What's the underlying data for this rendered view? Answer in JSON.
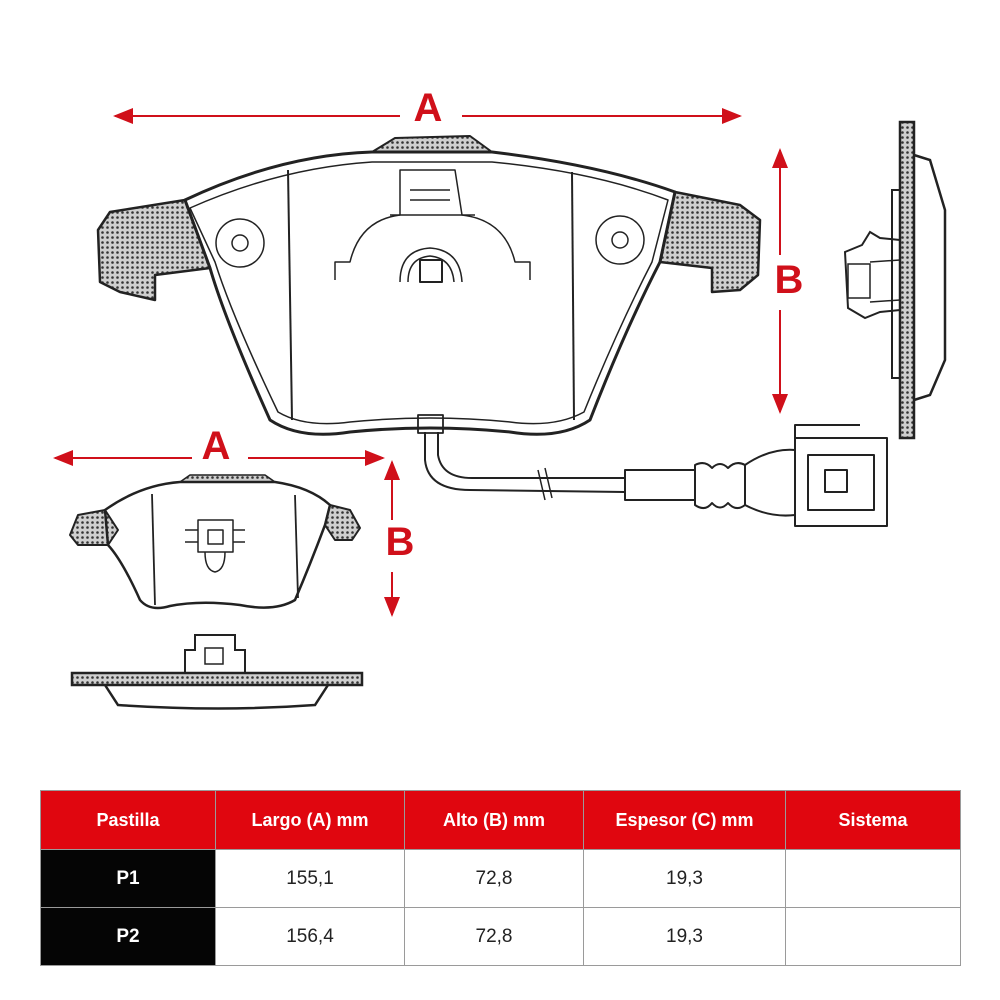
{
  "diagram": {
    "dimension_labels": {
      "main_length": "A",
      "main_height": "B",
      "small_length": "A",
      "small_height": "B"
    },
    "accent_color": "#d0101a"
  },
  "table": {
    "columns": [
      "Pastilla",
      "Largo (A) mm",
      "Alto (B) mm",
      "Espesor (C) mm",
      "Sistema"
    ],
    "rows": [
      {
        "pastilla": "P1",
        "largo": "155,1",
        "alto": "72,8",
        "espesor": "19,3",
        "sistema": ""
      },
      {
        "pastilla": "P2",
        "largo": "156,4",
        "alto": "72,8",
        "espesor": "19,3",
        "sistema": ""
      }
    ],
    "header_color": "#e0060f",
    "row_head_color": "#050505"
  }
}
